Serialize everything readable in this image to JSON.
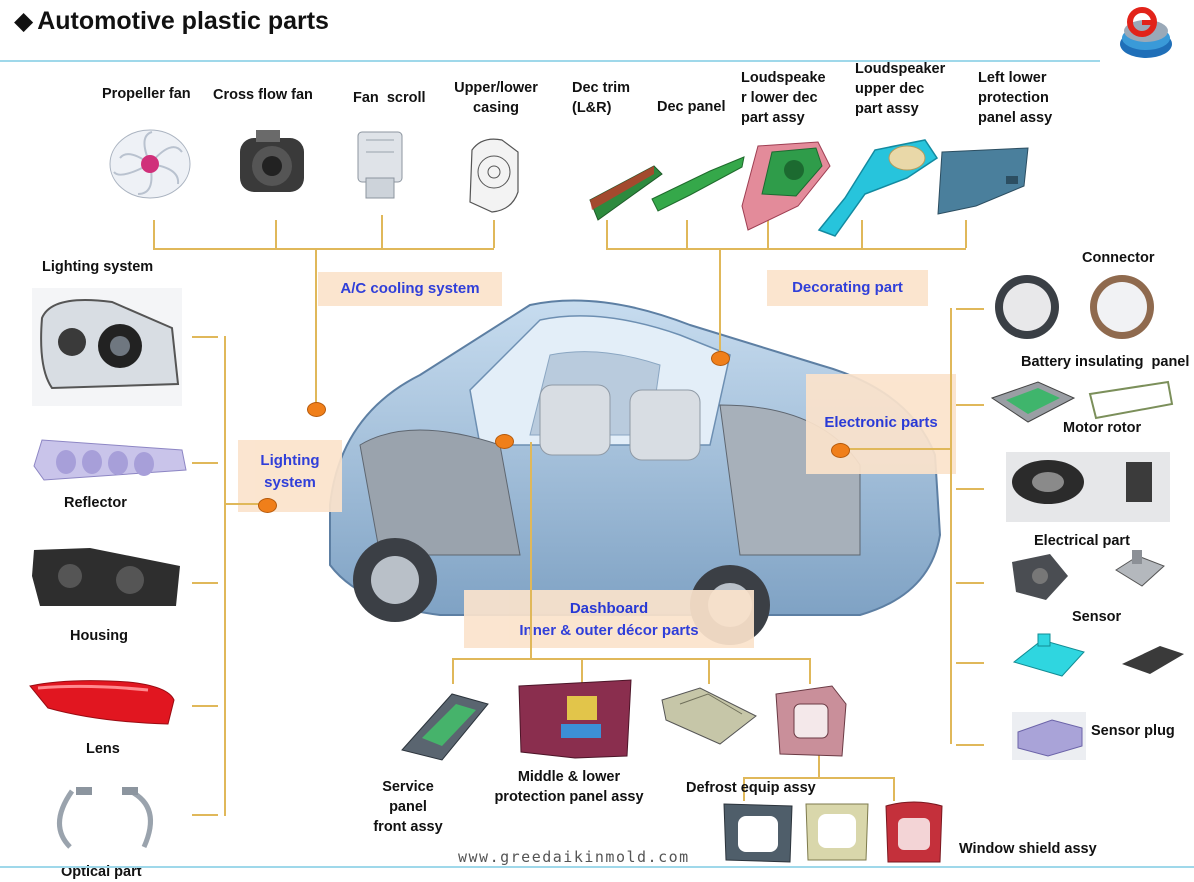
{
  "page": {
    "title_glyph": "◆",
    "title": "Automotive plastic parts",
    "url": "www.greedaikinmold.com"
  },
  "categories": {
    "ac": "A/C cooling system",
    "decor": "Decorating part",
    "lighting": "Lighting system",
    "electronic": "Electronic parts",
    "dashboard_l1": "Dashboard",
    "dashboard_l2": "Inner & outer décor parts"
  },
  "top_parts": {
    "propeller_fan": "Propeller fan",
    "cross_flow_fan": "Cross flow fan",
    "fan_scroll": "Fan  scroll",
    "casing_l1": "Upper/lower",
    "casing_l2": "casing",
    "dec_trim_l1": "Dec trim",
    "dec_trim_l2": "(L&R)",
    "dec_panel": "Dec panel",
    "ls_lower_l1": "Loudspeake",
    "ls_lower_l2": "r lower dec",
    "ls_lower_l3": "part assy",
    "ls_upper_l1": "Loudspeaker",
    "ls_upper_l2": "upper dec",
    "ls_upper_l3": "part assy",
    "left_lower_l1": "Left lower",
    "left_lower_l2": "protection",
    "left_lower_l3": "panel assy"
  },
  "left_parts": {
    "lighting_system": "Lighting system",
    "reflector": "Reflector",
    "housing": "Housing",
    "lens": "Lens",
    "optical_part": "Optical part"
  },
  "right_parts": {
    "connector": "Connector",
    "battery": "Battery insulating  panel",
    "motor_rotor": "Motor rotor",
    "electrical": "Electrical part",
    "sensor": "Sensor",
    "sensor_plug": "Sensor plug"
  },
  "bottom_parts": {
    "service_l1": "Service panel",
    "service_l2": "front assy",
    "middle_l1": "Middle & lower",
    "middle_l2": "protection panel assy",
    "defrost": "Defrost equip assy",
    "window": "Window shield assy"
  },
  "icons": [
    "logo-icon",
    "propeller-fan-icon",
    "blower-icon",
    "fan-scroll-icon",
    "casing-icon",
    "dec-trim-icon",
    "dec-panel-icon",
    "loudspeaker-lower-icon",
    "loudspeaker-upper-icon",
    "left-lower-panel-icon",
    "headlamp-icon",
    "reflector-icon",
    "housing-icon",
    "lens-icon",
    "optical-part-icon",
    "connector-ring-icon",
    "battery-panel-icon",
    "motor-rotor-icon",
    "electrical-part-icon",
    "sensor-icon",
    "sensor-plug-icon",
    "service-panel-icon",
    "middle-panel-icon",
    "defrost-icon",
    "window-shield-icon",
    "car-icon"
  ],
  "colors": {
    "accent_blue": "#1f2fd6",
    "connector_line": "#e0b85a",
    "dot_orange": "#f07f1a",
    "label_bg": "#fbe3cc"
  }
}
